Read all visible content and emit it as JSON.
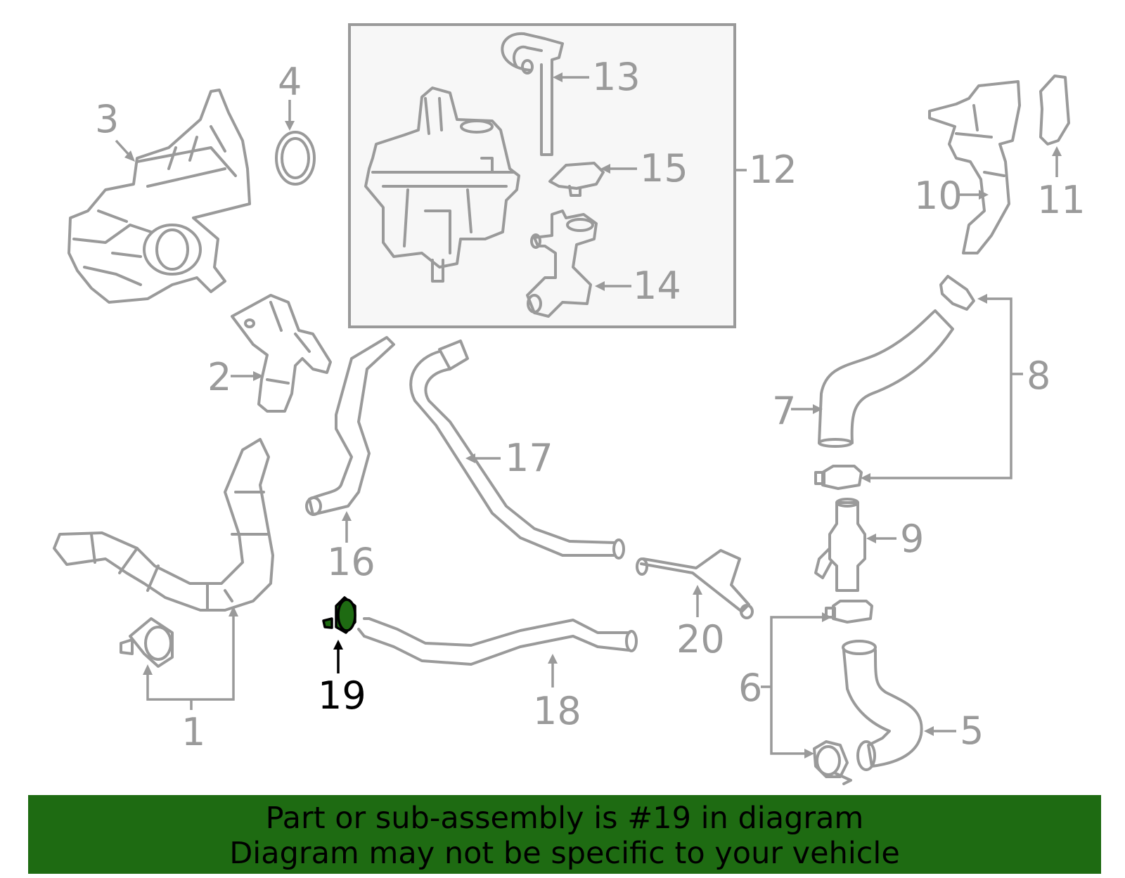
{
  "diagram": {
    "callouts": [
      "1",
      "2",
      "3",
      "4",
      "5",
      "6",
      "7",
      "8",
      "9",
      "10",
      "11",
      "12",
      "13",
      "14",
      "15",
      "16",
      "17",
      "18",
      "19",
      "20"
    ],
    "highlighted_part": "19",
    "colors": {
      "line": "#9a9a9a",
      "highlight": "#1e6b12",
      "highlight_outline": "#000000",
      "box_fill": "#f7f7f7"
    }
  },
  "banner": {
    "line1": "Part or sub-assembly is #19 in diagram",
    "line2": "Diagram may not be specific to your vehicle"
  }
}
